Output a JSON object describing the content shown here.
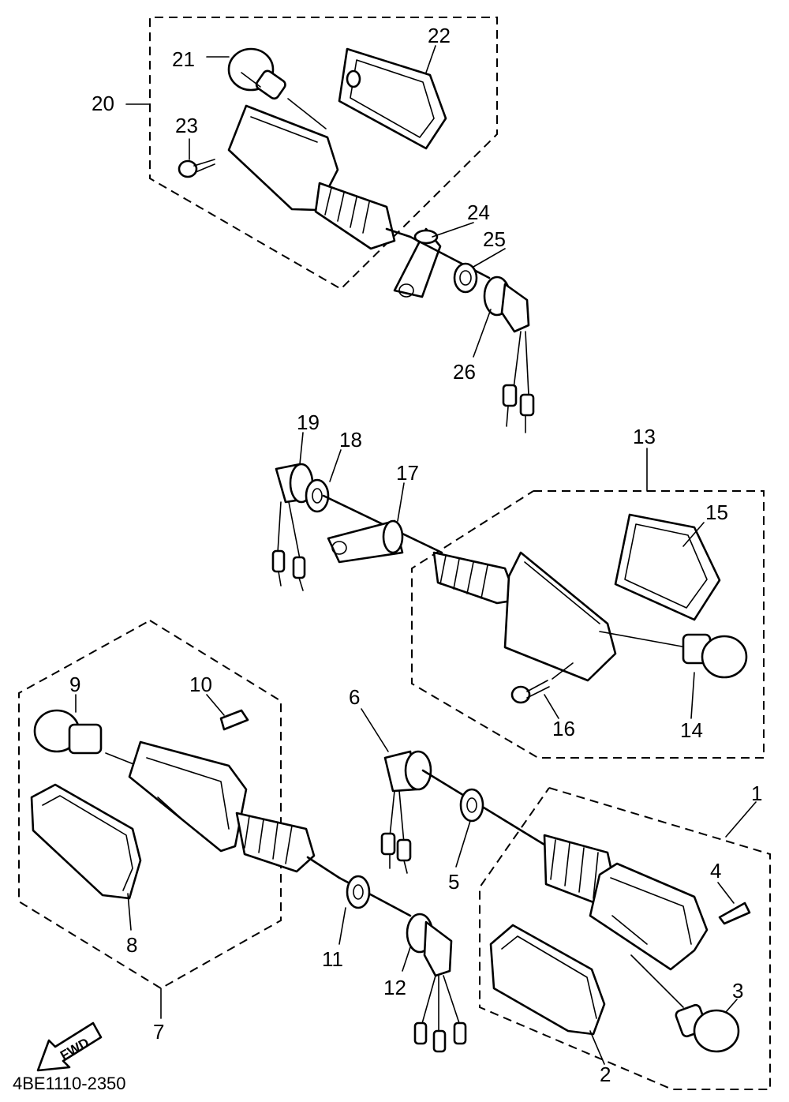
{
  "diagram": {
    "part_labels": [
      "1",
      "2",
      "3",
      "4",
      "5",
      "6",
      "7",
      "8",
      "9",
      "10",
      "11",
      "12",
      "13",
      "14",
      "15",
      "16",
      "17",
      "18",
      "19",
      "20",
      "21",
      "22",
      "23",
      "24",
      "25",
      "26"
    ],
    "fwd_label": "FWD",
    "drawing_code": "4BE1110-2350"
  }
}
